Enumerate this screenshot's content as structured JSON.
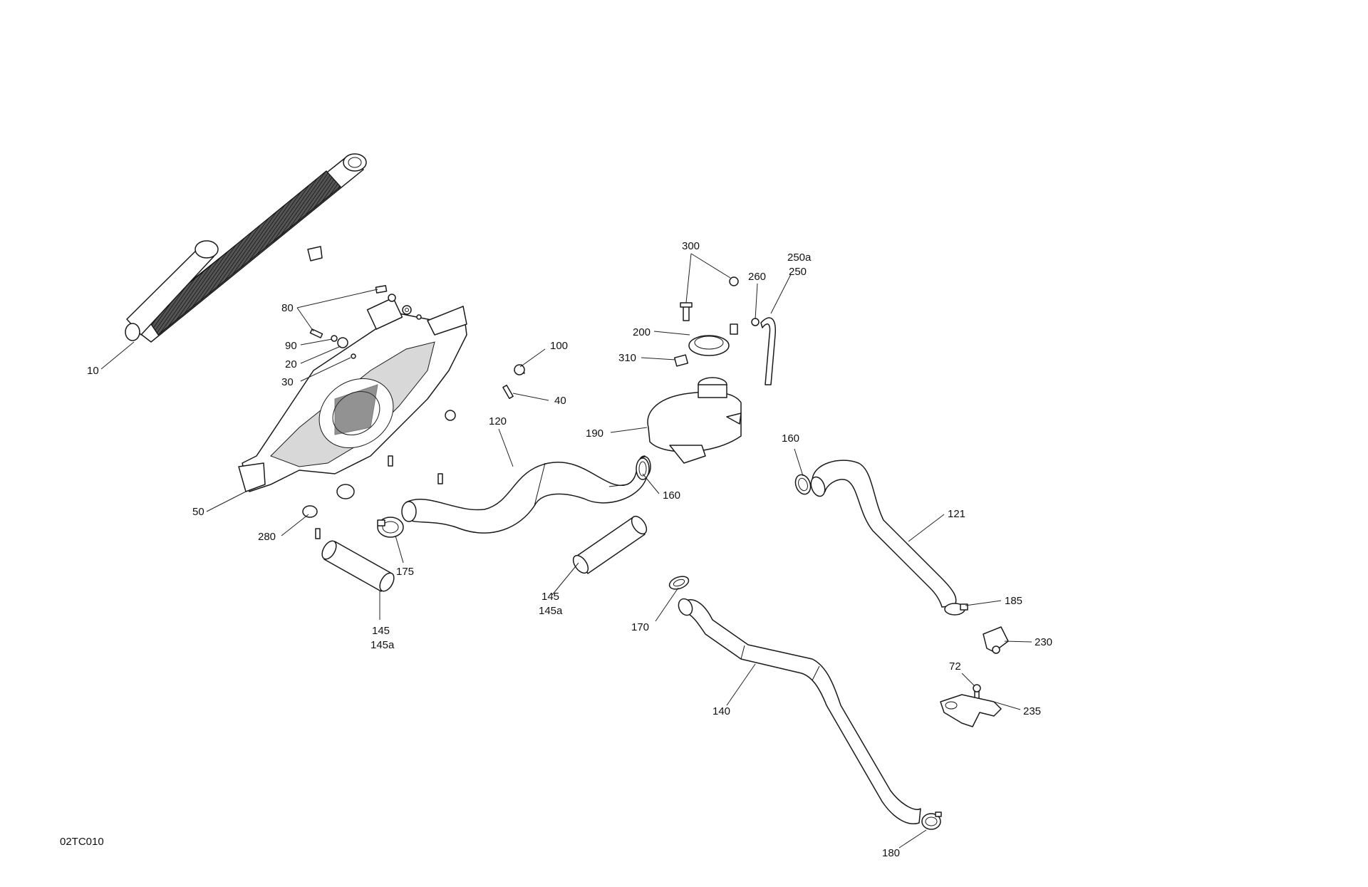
{
  "diagram": {
    "reference_code": "02TC010",
    "callouts": [
      {
        "id": "c10",
        "lines": [
          "10"
        ]
      },
      {
        "id": "c80",
        "lines": [
          "80"
        ]
      },
      {
        "id": "c90",
        "lines": [
          "90"
        ]
      },
      {
        "id": "c20",
        "lines": [
          "20"
        ]
      },
      {
        "id": "c30",
        "lines": [
          "30"
        ]
      },
      {
        "id": "c50",
        "lines": [
          "50"
        ]
      },
      {
        "id": "c280",
        "lines": [
          "280"
        ]
      },
      {
        "id": "c175",
        "lines": [
          "175"
        ]
      },
      {
        "id": "c145a_left",
        "lines": [
          "145",
          "145a"
        ]
      },
      {
        "id": "c100",
        "lines": [
          "100"
        ]
      },
      {
        "id": "c40",
        "lines": [
          "40"
        ]
      },
      {
        "id": "c120",
        "lines": [
          "120"
        ]
      },
      {
        "id": "c145a_mid",
        "lines": [
          "145",
          "145a"
        ]
      },
      {
        "id": "c300",
        "lines": [
          "300"
        ]
      },
      {
        "id": "c200",
        "lines": [
          "200"
        ]
      },
      {
        "id": "c310",
        "lines": [
          "310"
        ]
      },
      {
        "id": "c190",
        "lines": [
          "190"
        ]
      },
      {
        "id": "c160_mid",
        "lines": [
          "160"
        ]
      },
      {
        "id": "c260",
        "lines": [
          "260"
        ]
      },
      {
        "id": "c250",
        "lines": [
          "250a",
          "250"
        ]
      },
      {
        "id": "c160_right",
        "lines": [
          "160"
        ]
      },
      {
        "id": "c121",
        "lines": [
          "121"
        ]
      },
      {
        "id": "c185",
        "lines": [
          "185"
        ]
      },
      {
        "id": "c230",
        "lines": [
          "230"
        ]
      },
      {
        "id": "c72",
        "lines": [
          "72"
        ]
      },
      {
        "id": "c235",
        "lines": [
          "235"
        ]
      },
      {
        "id": "c170",
        "lines": [
          "170"
        ]
      },
      {
        "id": "c140",
        "lines": [
          "140"
        ]
      },
      {
        "id": "c180",
        "lines": [
          "180"
        ]
      }
    ]
  }
}
